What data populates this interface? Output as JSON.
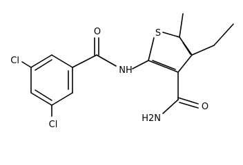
{
  "molecule": {
    "atom_labels": {
      "chlorine_top": "Cl",
      "chlorine_bottom": "Cl",
      "carbonyl_oxygen_amide": "O",
      "amide_nh": "NH",
      "sulfur": "S",
      "carboxamide_oxygen": "O",
      "carboxamide_nh2": "H2N"
    }
  },
  "colors": {
    "bond": "#000000",
    "label": "#000000",
    "background": "#ffffff"
  }
}
